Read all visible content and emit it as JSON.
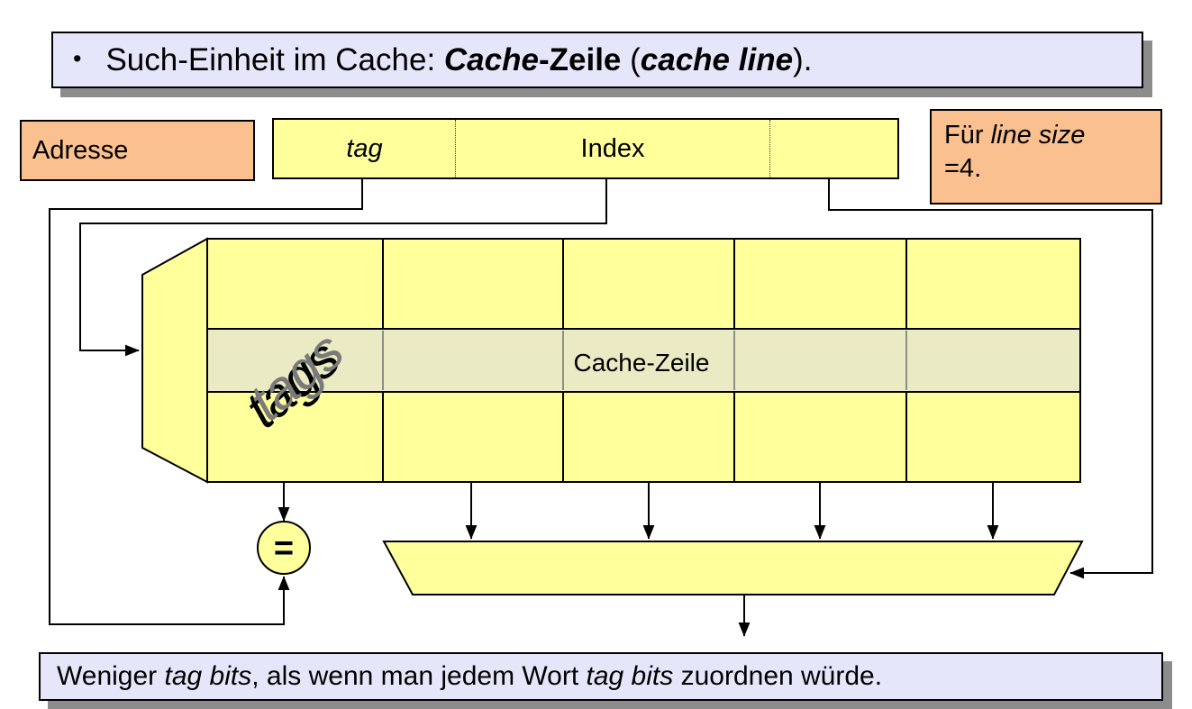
{
  "colors": {
    "banner_bg": "#E6E6FA",
    "box_orange": "#FAC090",
    "shape_yellow": "#FFFF9C",
    "cache_line_highlight": "#EAEAC4",
    "shadow_gray": "#8C8C8C",
    "line_black": "#000000"
  },
  "title_banner": {
    "bullet": "•",
    "t1": "Such-Einheit im Cache: ",
    "t2_bold_italic": "Cache",
    "t3_bold": "-Zeile",
    "t4": " (",
    "t5_bold_italic": "cache line",
    "t6": ")."
  },
  "address_box": {
    "label": "Adresse"
  },
  "address_field": {
    "tag": "tag",
    "index": "Index"
  },
  "note_box": {
    "l1a": "Für ",
    "l1b_italic": "line size",
    "l2": "=4."
  },
  "cache_array": {
    "tags_label": "tags",
    "cache_line_label": "Cache-Zeile"
  },
  "comparator": {
    "symbol": "="
  },
  "bottom_banner": {
    "t1": "Weniger ",
    "t2_italic": "tag bits",
    "t3": ", als wenn man jedem Wort ",
    "t4_italic": "tag bits",
    "t5": " zuordnen würde."
  }
}
